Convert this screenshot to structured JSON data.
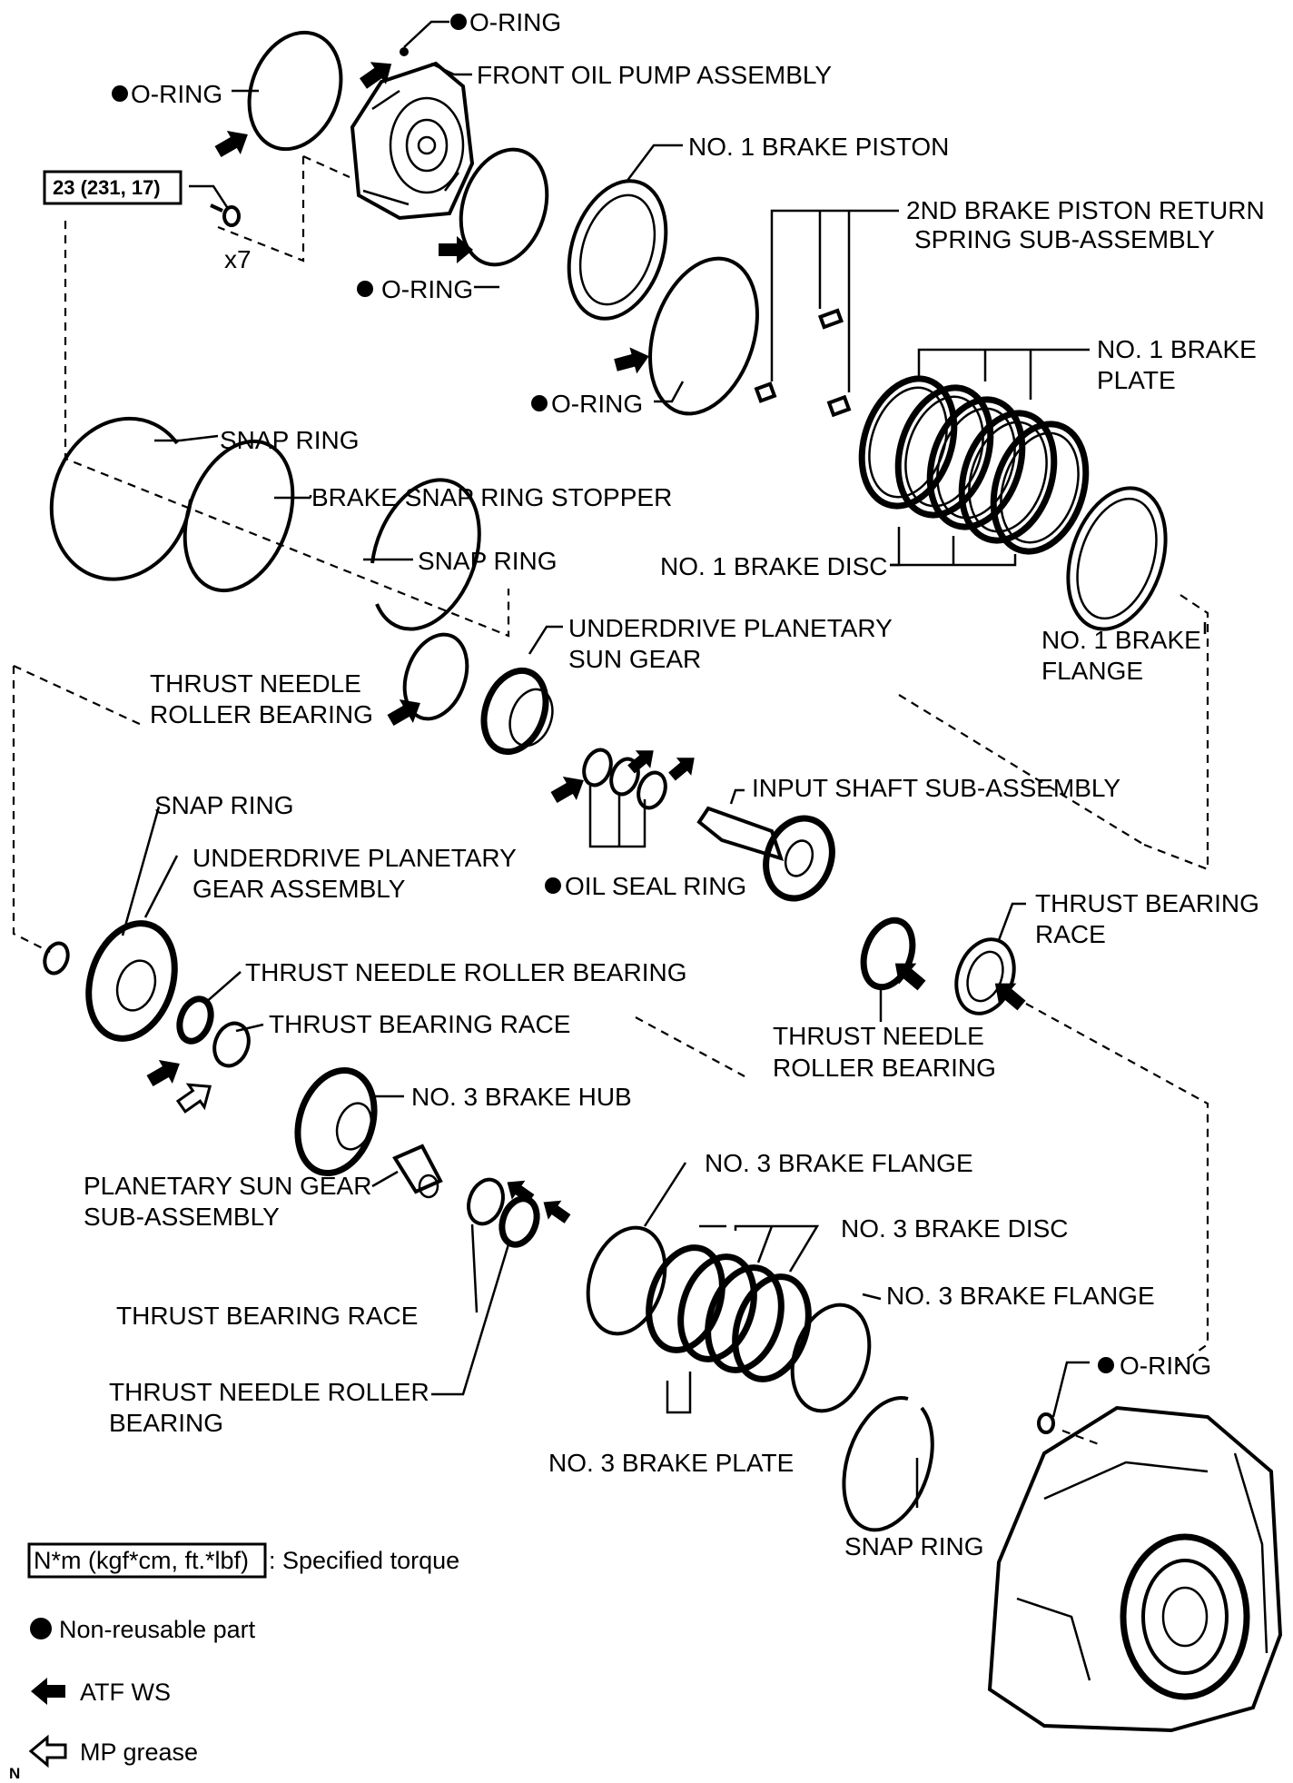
{
  "labels": {
    "o_ring_pump": "O-RING",
    "o_ring_top_left": "O-RING",
    "front_oil_pump": "FRONT OIL PUMP ASSEMBLY",
    "no1_brake_piston": "NO. 1 BRAKE PISTON",
    "torque_value": "23 (231, 17)",
    "bolt_qty": "x7",
    "second_brake_return_1": "2ND BRAKE PISTON RETURN",
    "second_brake_return_2": "SPRING SUB-ASSEMBLY",
    "o_ring_mid": "O-RING",
    "o_ring_lower": "O-RING",
    "no1_brake_plate_1": "NO. 1 BRAKE",
    "no1_brake_plate_2": "PLATE",
    "snap_ring_1": "SNAP RING",
    "brake_snap_ring_stopper": "BRAKE SNAP RING STOPPER",
    "snap_ring_2": "SNAP RING",
    "no1_brake_disc": "NO. 1 BRAKE DISC",
    "underdrive_sun_gear_1": "UNDERDRIVE PLANETARY",
    "underdrive_sun_gear_2": "SUN GEAR",
    "thrust_needle_1a": "THRUST NEEDLE",
    "thrust_needle_1b": "ROLLER BEARING",
    "no1_brake_flange_1": "NO. 1 BRAKE",
    "no1_brake_flange_2": "FLANGE",
    "input_shaft": "INPUT SHAFT SUB-ASSEMBLY",
    "snap_ring_3": "SNAP RING",
    "underdrive_gear_assy_1": "UNDERDRIVE PLANETARY",
    "underdrive_gear_assy_2": "GEAR ASSEMBLY",
    "oil_seal_ring": "OIL SEAL RING",
    "thrust_bearing_race_1a": "THRUST BEARING",
    "thrust_bearing_race_1b": "RACE",
    "thrust_needle_2": "THRUST NEEDLE ROLLER BEARING",
    "thrust_bearing_race_2": "THRUST BEARING RACE",
    "thrust_needle_3a": "THRUST NEEDLE",
    "thrust_needle_3b": "ROLLER BEARING",
    "no3_brake_hub": "NO. 3 BRAKE HUB",
    "no3_brake_flange_1": "NO. 3 BRAKE FLANGE",
    "planetary_sun_gear_1": "PLANETARY SUN GEAR",
    "planetary_sun_gear_2": "SUB-ASSEMBLY",
    "no3_brake_disc": "NO. 3 BRAKE DISC",
    "no3_brake_flange_2": "NO. 3 BRAKE FLANGE",
    "thrust_bearing_race_3": "THRUST BEARING RACE",
    "thrust_needle_4a": "THRUST NEEDLE ROLLER",
    "thrust_needle_4b": "BEARING",
    "o_ring_case": "O-RING",
    "no3_brake_plate": "NO. 3 BRAKE PLATE",
    "snap_ring_4": "SNAP RING"
  },
  "legend": {
    "torque_box": "N*m (kgf*cm, ft.*lbf)",
    "torque_text": ": Specified torque",
    "non_reusable": "Non-reusable part",
    "atf_ws": "ATF WS",
    "mp_grease": "MP grease"
  },
  "corner_mark": "N"
}
